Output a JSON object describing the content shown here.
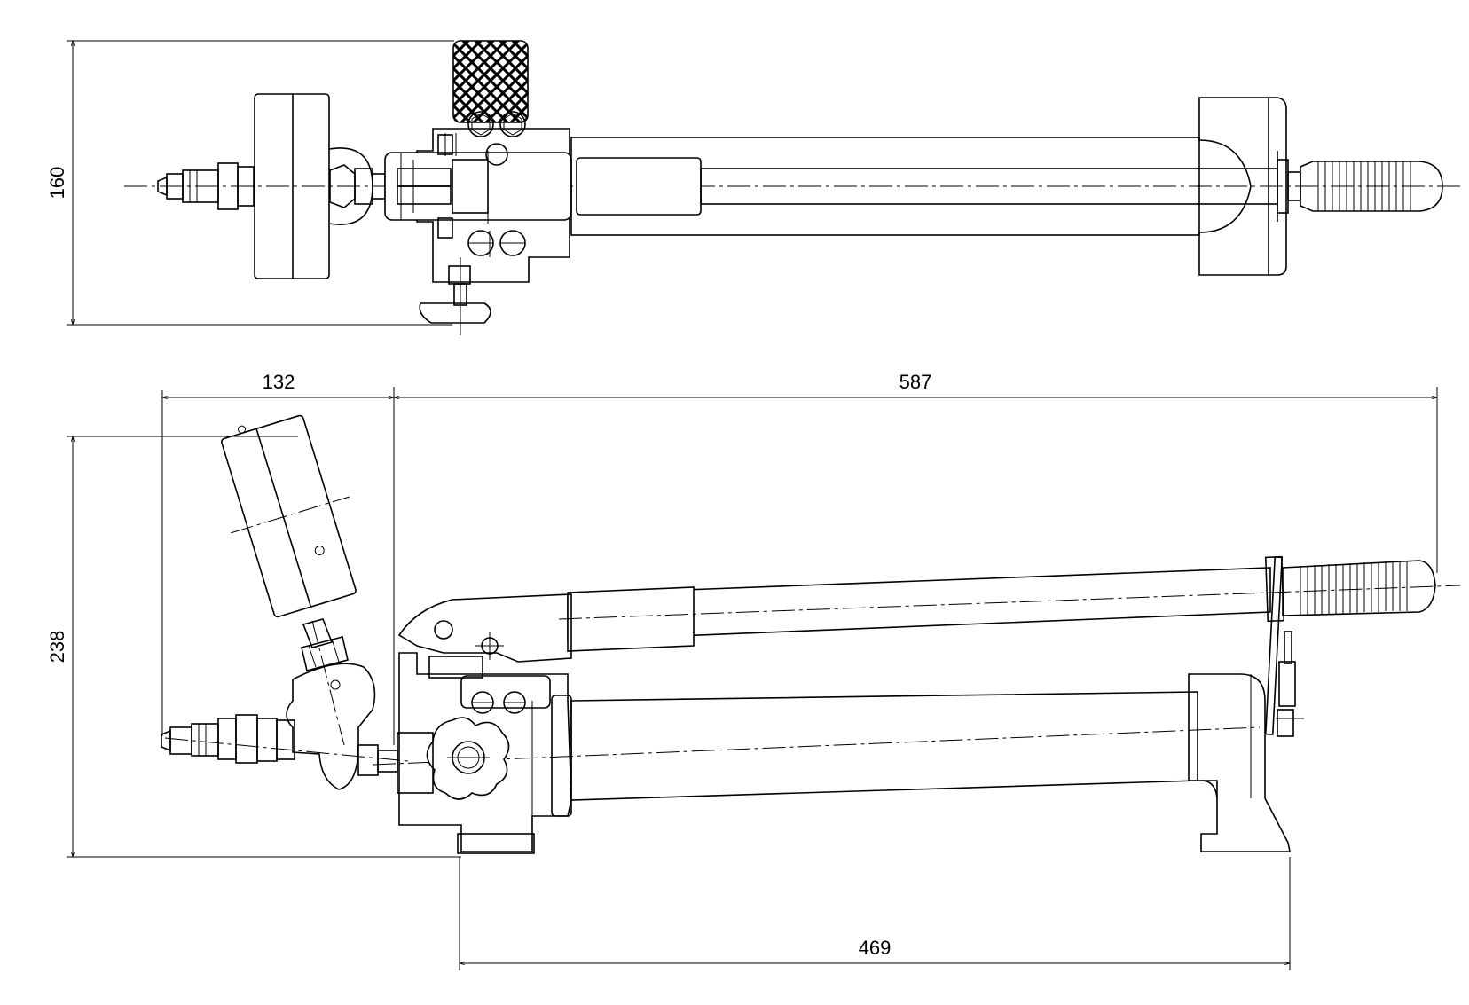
{
  "dimensions": {
    "top_height": "160",
    "gauge_width": "132",
    "handle_length": "587",
    "side_height": "238",
    "base_length": "469"
  },
  "colors": {
    "line": "#000000",
    "background": "#ffffff"
  }
}
